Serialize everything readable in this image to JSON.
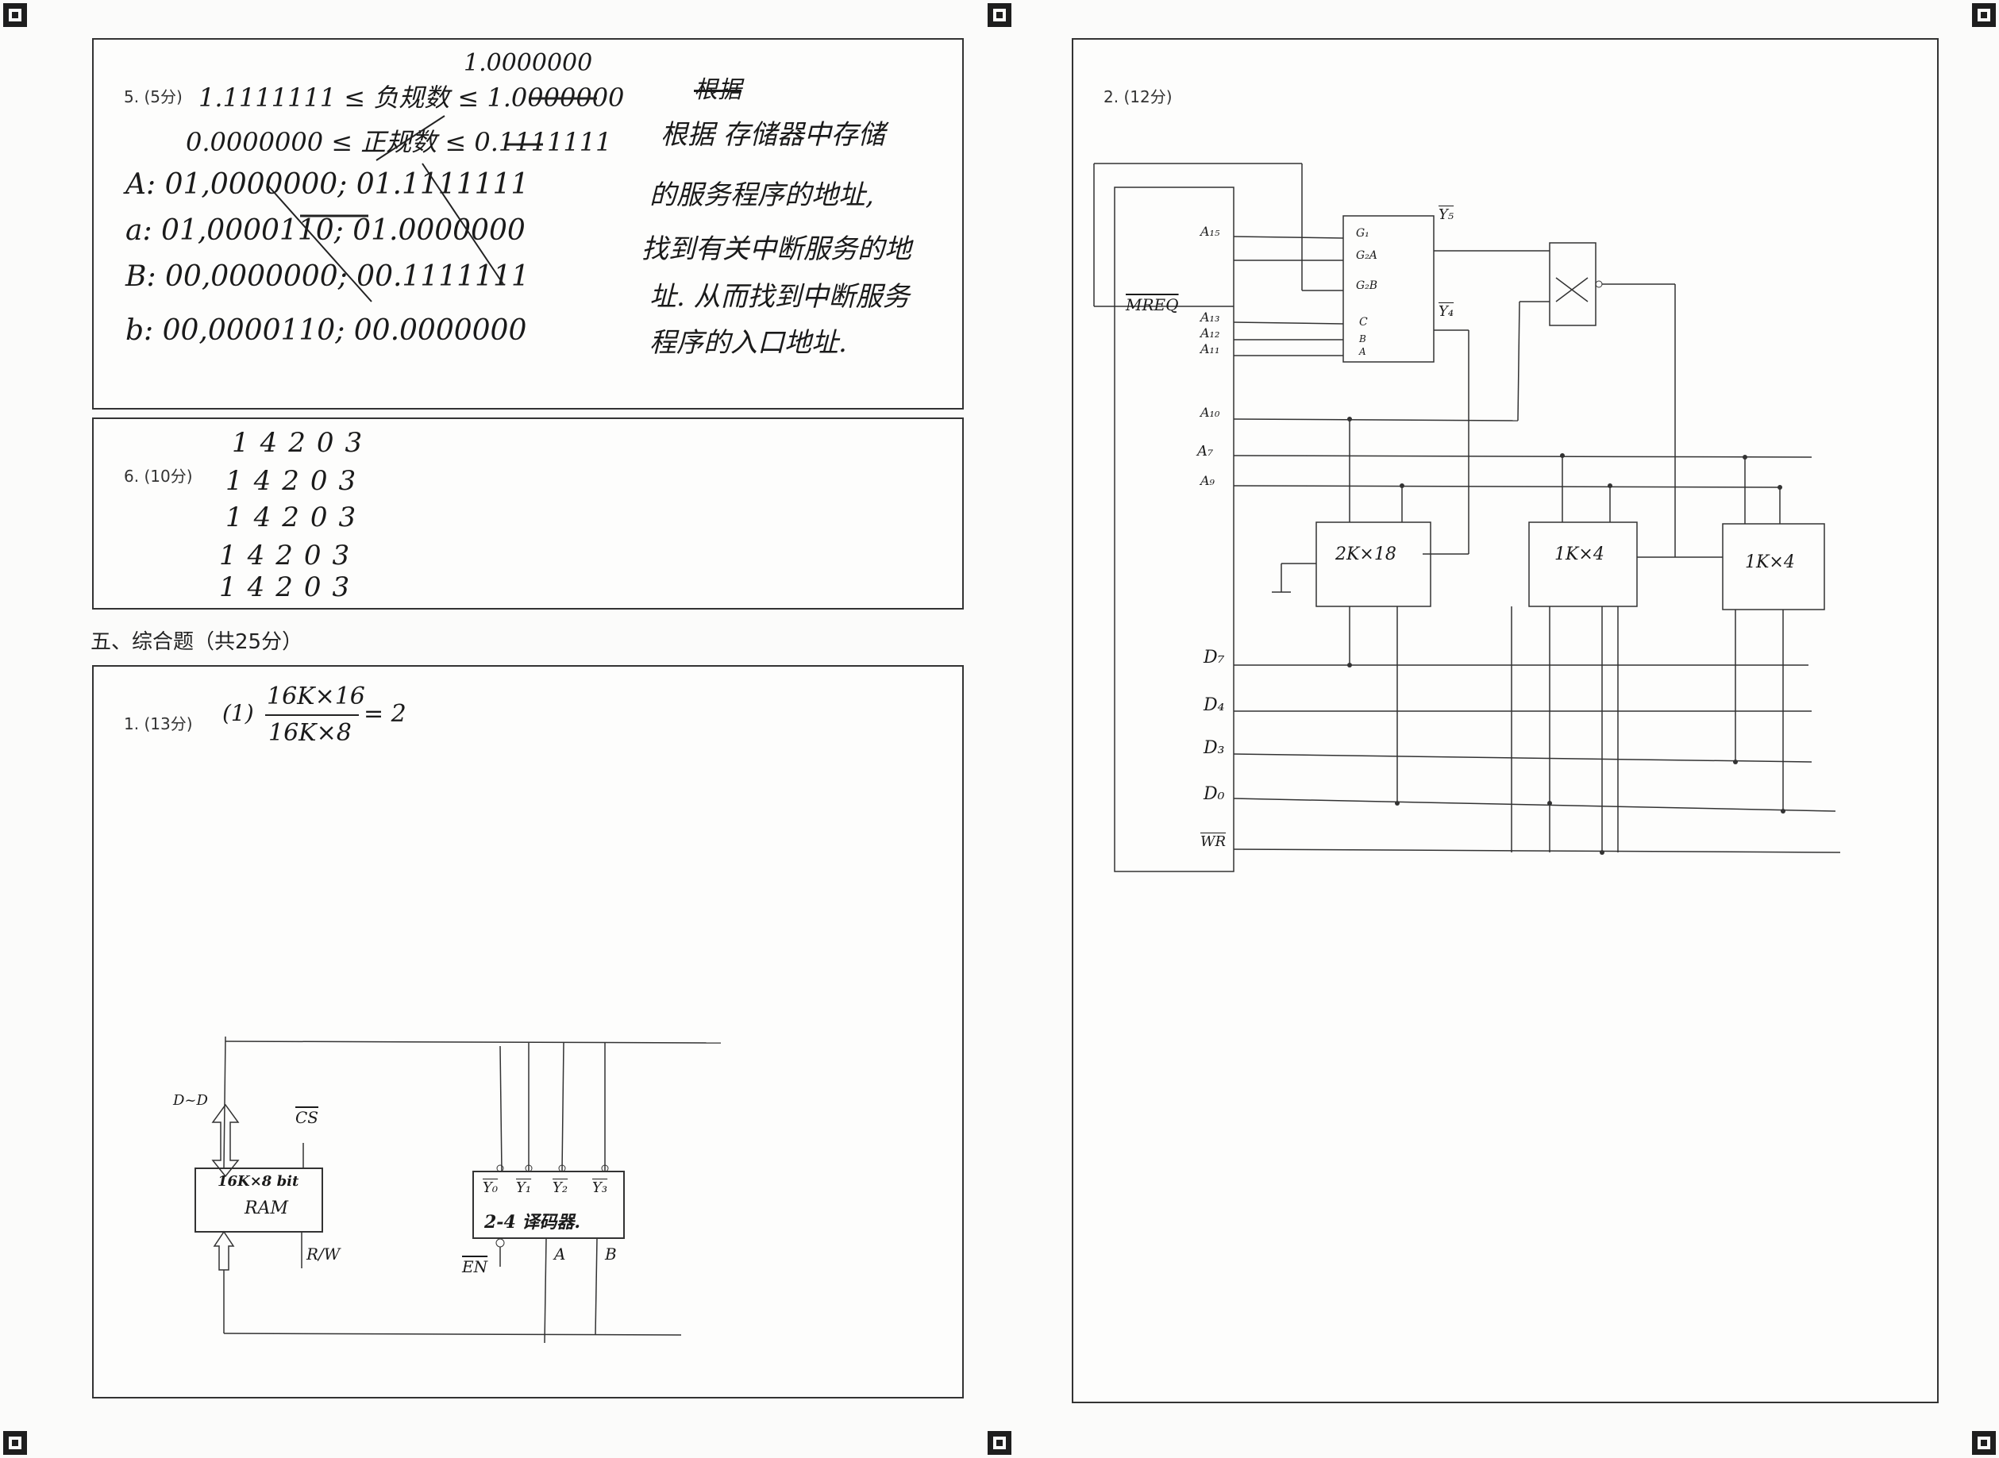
{
  "q5": {
    "label": "5. (5分)",
    "lines": [
      "1.1111111 ≤ 负规数 ≤ 1.0000000",
      "0.0000000 ≤ 正规数 ≤ 0.1111111",
      "A: 01,0000000; 01.1111111",
      "a: 01,0000110; 01.0000000",
      "B: 00,0000000; 00.1111111",
      "b: 00,0000110; 00.0000000"
    ],
    "top_note": "1.0000000",
    "right_strike": "根据",
    "right_lines": [
      "根据 存储器中存储",
      "的服务程序的地址,",
      "找到有关中断服务的地",
      "址. 从而找到中断服务",
      "程序的入口地址."
    ]
  },
  "q6": {
    "label": "6. (10分)",
    "rows": [
      "14203",
      "14203",
      "14203",
      "14203",
      "14203"
    ]
  },
  "section5": {
    "title": "五、综合题（共25分）"
  },
  "q1": {
    "label": "1. (13分)",
    "formula_prefix": "(1)",
    "numerator": "16K×16",
    "denominator": "16K×8",
    "result": "= 2",
    "ram_line1": "16K×8 bit",
    "ram_line2": "RAM",
    "decoder_label": "2-4 译码器.",
    "d_label": "D~D",
    "cs_label": "CS",
    "rw_label": "R/W",
    "en_label": "EN",
    "a_label": "A",
    "b_label": "B",
    "y_labels": [
      "Y₀",
      "Y₁",
      "Y₂",
      "Y₃"
    ]
  },
  "q2": {
    "label": "2. (12分)",
    "mreq": "MREQ",
    "left_pins": [
      "A₁₅",
      "A₁₃",
      "A₁₂",
      "A₁₁",
      "A₁₀",
      "A₇",
      "A₉",
      "D₇",
      "D₄",
      "D₃",
      "D₀",
      "WR"
    ],
    "dec_pins": [
      "G₁",
      "G₂A",
      "G₂B",
      "C",
      "B",
      "A"
    ],
    "y5": "Y₅",
    "y4": "Y₄",
    "chip1": "2K×18",
    "chip2": "1K×4",
    "chip3": "1K×4"
  }
}
